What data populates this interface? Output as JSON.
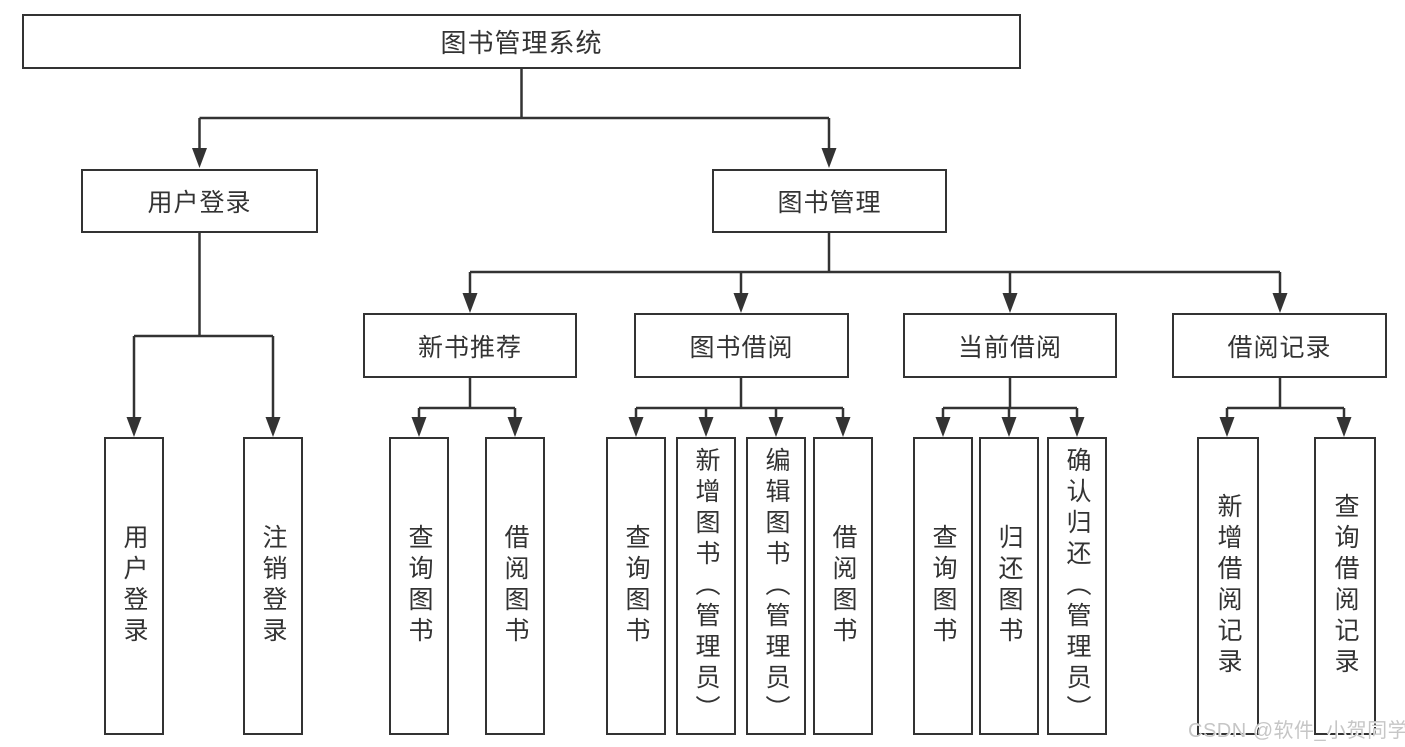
{
  "nodes": {
    "root": "图书管理系统",
    "user_login": "用户登录",
    "book_management": "图书管理",
    "new_book_recommend": "新书推荐",
    "book_borrow": "图书借阅",
    "current_borrow": "当前借阅",
    "borrow_records": "借阅记录",
    "leaf_user_login": "用户登录",
    "leaf_logout": "注销登录",
    "rec_query_books": "查询图书",
    "rec_borrow_books": "借阅图书",
    "bb_query_books": "查询图书",
    "bb_add_books": "新增图书（管理员）",
    "bb_edit_books": "编辑图书（管理员）",
    "bb_borrow_books": "借阅图书",
    "cb_query_books": "查询图书",
    "cb_return_books": "归还图书",
    "cb_confirm_return": "确认归还（管理员）",
    "br_add_record": "新增借阅记录",
    "br_query_record": "查询借阅记录"
  },
  "watermark": "CSDN @软件_小贺同学"
}
